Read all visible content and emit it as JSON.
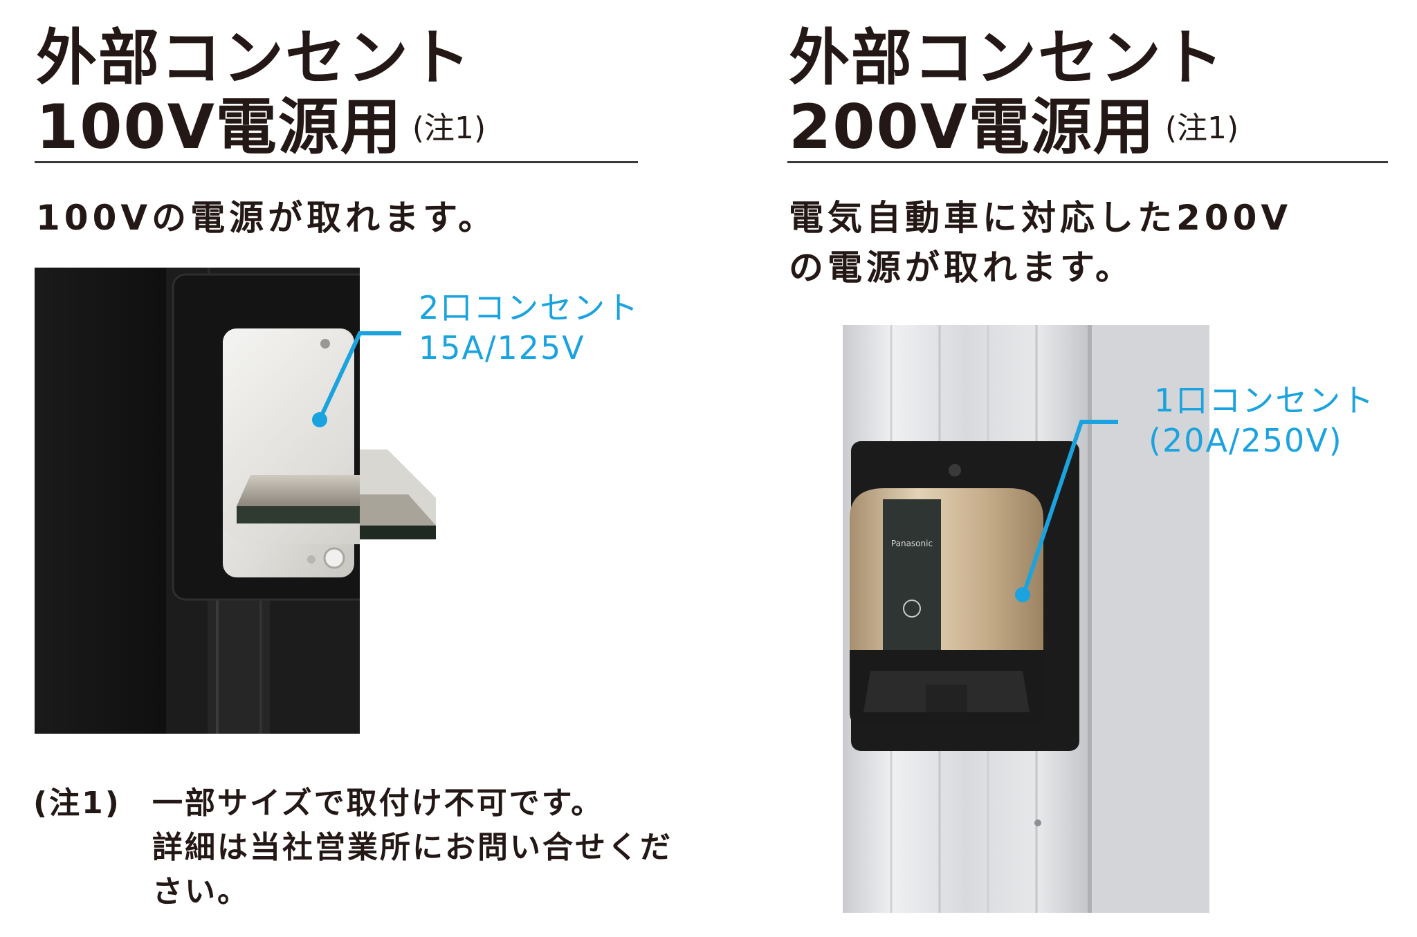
{
  "left": {
    "title_line1": "外部コンセント",
    "title_line2": "100V電源用",
    "title_note": "(注1)",
    "description": "100Vの電源が取れます。",
    "callout_line1": "2口コンセント",
    "callout_line2": "15A/125V"
  },
  "right": {
    "title_line1": "外部コンセント",
    "title_line2": "200V電源用",
    "title_note": "(注1)",
    "description_line1": "電気自動車に対応した200V",
    "description_line2": "の電源が取れます。",
    "callout_line1": "1口コンセント",
    "callout_line2": "(20A/250V)",
    "brand": "Panasonic"
  },
  "footnote": {
    "label": "(注1)",
    "line1": "一部サイズで取付け不可です。",
    "line2": "詳細は当社営業所にお問い合せくだ",
    "line3": "さい。"
  },
  "colors": {
    "text": "#231815",
    "accent_blue": "#1aa3de",
    "rule": "#3a3a3a"
  }
}
